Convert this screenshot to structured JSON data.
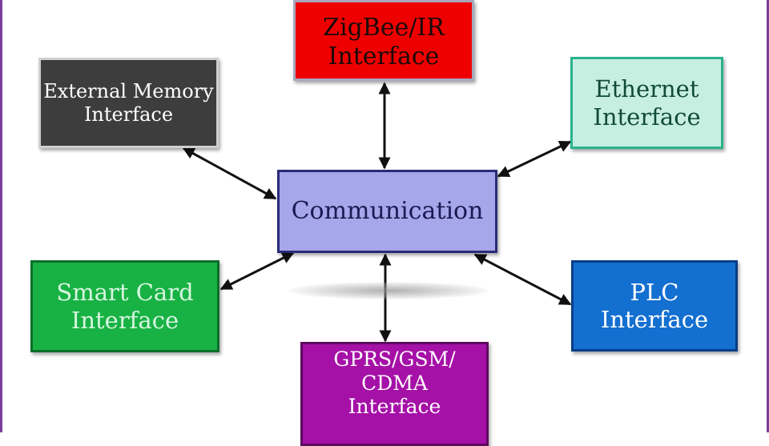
{
  "diagram": {
    "center": {
      "label": "Communication"
    },
    "nodes": {
      "zigbee": {
        "line1": "ZigBee/IR",
        "line2": "Interface"
      },
      "external_memory": {
        "line1": "External Memory",
        "line2": "Interface"
      },
      "ethernet": {
        "line1": "Ethernet",
        "line2": "Interface"
      },
      "smart_card": {
        "line1": "Smart Card",
        "line2": "Interface"
      },
      "plc": {
        "line1": "PLC",
        "line2": "Interface"
      },
      "gprs": {
        "line1": "GPRS/GSM/",
        "line2": "CDMA",
        "line3": "Interface"
      }
    },
    "connections": [
      {
        "from": "Communication",
        "to": "ZigBee/IR Interface",
        "direction": "bidirectional"
      },
      {
        "from": "Communication",
        "to": "External Memory Interface",
        "direction": "bidirectional"
      },
      {
        "from": "Communication",
        "to": "Ethernet Interface",
        "direction": "bidirectional"
      },
      {
        "from": "Communication",
        "to": "Smart Card Interface",
        "direction": "bidirectional"
      },
      {
        "from": "Communication",
        "to": "PLC Interface",
        "direction": "bidirectional"
      },
      {
        "from": "Communication",
        "to": "GPRS/GSM/CDMA Interface",
        "direction": "bidirectional"
      }
    ],
    "colors": {
      "zigbee": "#ee0000",
      "external_memory": "#3d3d3d",
      "ethernet": "#c7efe1",
      "communication": "#a6a6ea",
      "smart_card": "#18b244",
      "plc": "#136fd0",
      "gprs": "#a510a7",
      "arrow": "#111111"
    }
  }
}
